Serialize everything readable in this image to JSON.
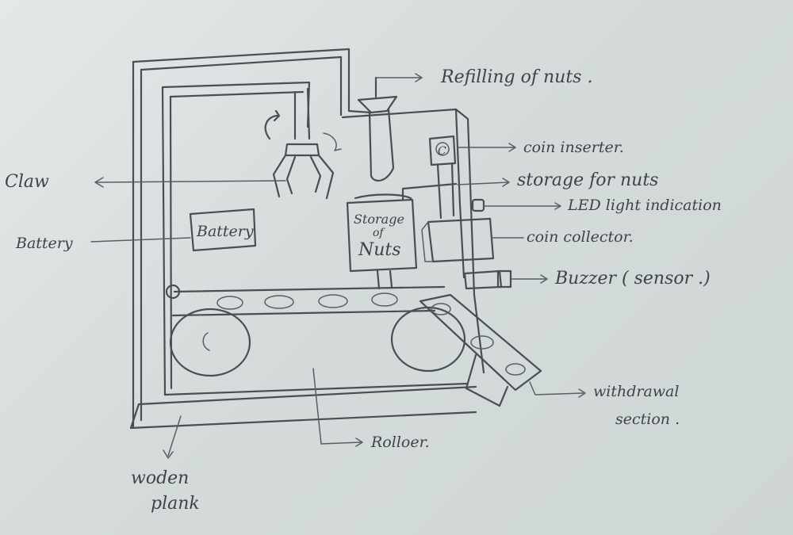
{
  "labels": {
    "refilling": "Refilling of nuts .",
    "coin_inserter": "coin inserter.",
    "storage": "storage for nuts",
    "led": "LED light indication",
    "claw": "Claw",
    "battery": "Battery",
    "coin_collector": "coin collector.",
    "buzzer": "Buzzer ( sensor .)",
    "withdrawal_line1": "withdrawal",
    "withdrawal_line2": "section .",
    "roller": "Rolloer.",
    "plank_line1": "woden",
    "plank_line2": "plank"
  },
  "inner": {
    "battery_box": "Battery",
    "storage_box_line1": "Storage",
    "storage_box_line2": "of",
    "storage_box_line3": "Nuts",
    "coin_mark": "C"
  },
  "colors": {
    "pencil": "#4a4d52",
    "paper": "#dfe4e4"
  }
}
